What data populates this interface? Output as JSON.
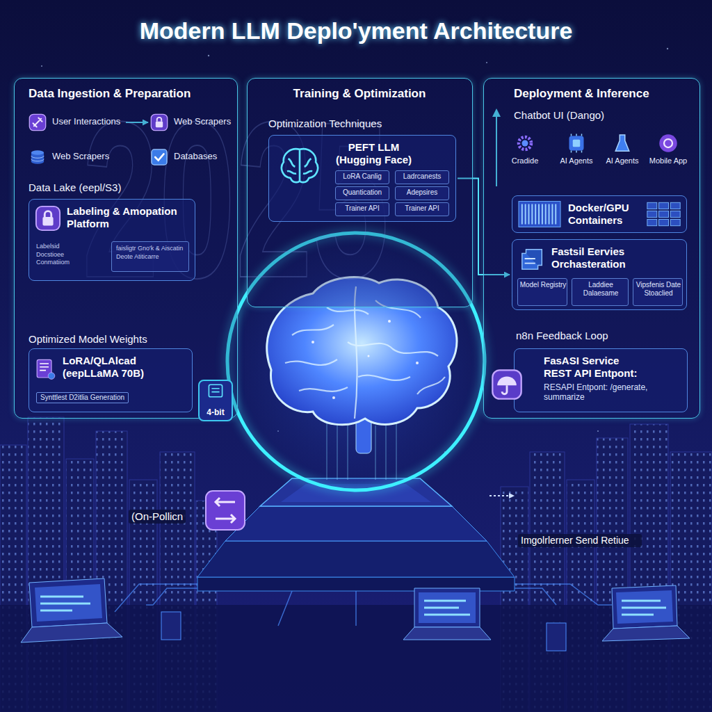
{
  "diagram": {
    "title": "Modern LLM Deplo'yment Architecture",
    "nodes": [
      {
        "text": [
          "Data Ingestion & Preparation",
          "Data Lake (eepl/S3)",
          "Optimized Model Weights"
        ]
      },
      {
        "text": [
          "User Interactions"
        ],
        "in": 0
      },
      {
        "text": [
          "Web Scrapers"
        ],
        "in": 0
      },
      {
        "text": [
          "Web Scrapers"
        ],
        "in": 0
      },
      {
        "text": [
          "Databases"
        ],
        "in": 0
      },
      {
        "text": [
          "Labeling & Amopation Platform",
          "Labelsid Docstioee Conmatiiom"
        ],
        "in": 0
      },
      {
        "text": [
          "faisligtr Gno'k & Aiscatin Deote Atiticarre"
        ],
        "in": 5
      },
      {
        "text": [
          "LoRA/QLAlcad (eepLLaMA 70B)",
          "Synttlest D2itlia Generation"
        ],
        "in": 0
      },
      {
        "text": [
          "4-bit"
        ],
        "in": 0
      },
      {
        "text": [
          "Training & Optimization",
          "Optimization Techniques"
        ]
      },
      {
        "text": [
          "PEFT LLM (Hugging Face)"
        ],
        "in": 9
      },
      {
        "text": [
          "LoRA Canlig"
        ],
        "in": 10
      },
      {
        "text": [
          "Ladrcanests"
        ],
        "in": 10
      },
      {
        "text": [
          "Quantication"
        ],
        "in": 10
      },
      {
        "text": [
          "Adepsires"
        ],
        "in": 10
      },
      {
        "text": [
          "Trainer API"
        ],
        "in": 10
      },
      {
        "text": [
          "Trainer API"
        ],
        "in": 10
      },
      {
        "text": [
          "Deployment & Inference",
          "Chatbot UI (Dango)"
        ]
      },
      {
        "text": [
          "Cradide"
        ],
        "in": 17
      },
      {
        "text": [
          "AI Agents"
        ],
        "in": 17
      },
      {
        "text": [
          "AI Agents"
        ],
        "in": 17
      },
      {
        "text": [
          "Mobile App"
        ],
        "in": 17
      },
      {
        "text": [
          "Docker/GPU Containers"
        ],
        "in": 17
      },
      {
        "text": [
          "Fastsil Eervies Orchasteration"
        ],
        "in": 17
      },
      {
        "text": [
          "Model Registry"
        ],
        "in": 23
      },
      {
        "text": [
          "Laddiee Dalaesame"
        ],
        "in": 23
      },
      {
        "text": [
          "Vipsfenis Date Stoaclied"
        ],
        "in": 23
      },
      {
        "text": [
          "n8n Feedback Loop",
          "FasASI Service REST API Entpont:",
          "RESAPI Entpont: /generate, summarize"
        ],
        "in": 17
      }
    ],
    "edges": [
      {
        "from": 1,
        "to": 2,
        "arrow": "to"
      },
      {
        "from": 10,
        "to": 23,
        "arrow": "to"
      }
    ],
    "labels": [
      "2025",
      "(On-Pollicn",
      "Imgolrlerner Send Retiue"
    ]
  }
}
